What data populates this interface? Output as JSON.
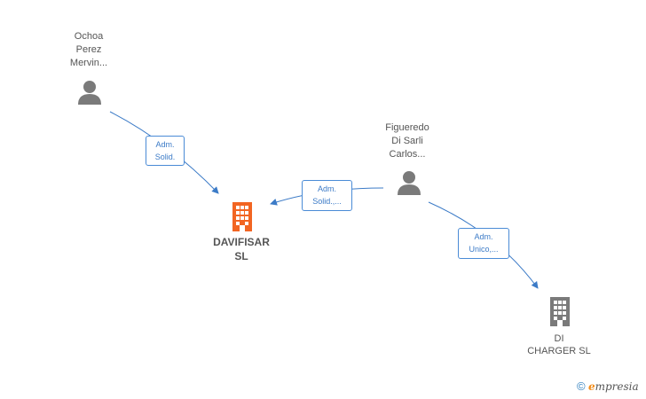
{
  "persons": [
    {
      "id": "ochoa",
      "lines": [
        "Ochoa",
        "Perez",
        "Mervin..."
      ],
      "icon": "person-icon"
    },
    {
      "id": "figueredo",
      "lines": [
        "Figueredo",
        "Di Sarli",
        "Carlos..."
      ],
      "icon": "person-icon"
    }
  ],
  "companies": [
    {
      "id": "davifisar",
      "lines": [
        "DAVIFISAR",
        "SL"
      ],
      "icon": "building-icon",
      "color": "#f26522",
      "highlight": true
    },
    {
      "id": "dicharger",
      "lines": [
        "DI",
        "CHARGER  SL"
      ],
      "icon": "building-icon",
      "color": "#7a7a7a",
      "highlight": false
    }
  ],
  "relations": [
    {
      "from": "ochoa",
      "to": "davifisar",
      "lines": [
        "Adm.",
        "Solid."
      ]
    },
    {
      "from": "figueredo",
      "to": "davifisar",
      "lines": [
        "Adm.",
        "Solid.,..."
      ]
    },
    {
      "from": "figueredo",
      "to": "dicharger",
      "lines": [
        "Adm.",
        "Unico,..."
      ]
    }
  ],
  "colors": {
    "edge": "#3c7bc7",
    "person_icon": "#7a7a7a"
  },
  "brand": {
    "copyright": "©",
    "e": "e",
    "rest": "mpresia"
  }
}
